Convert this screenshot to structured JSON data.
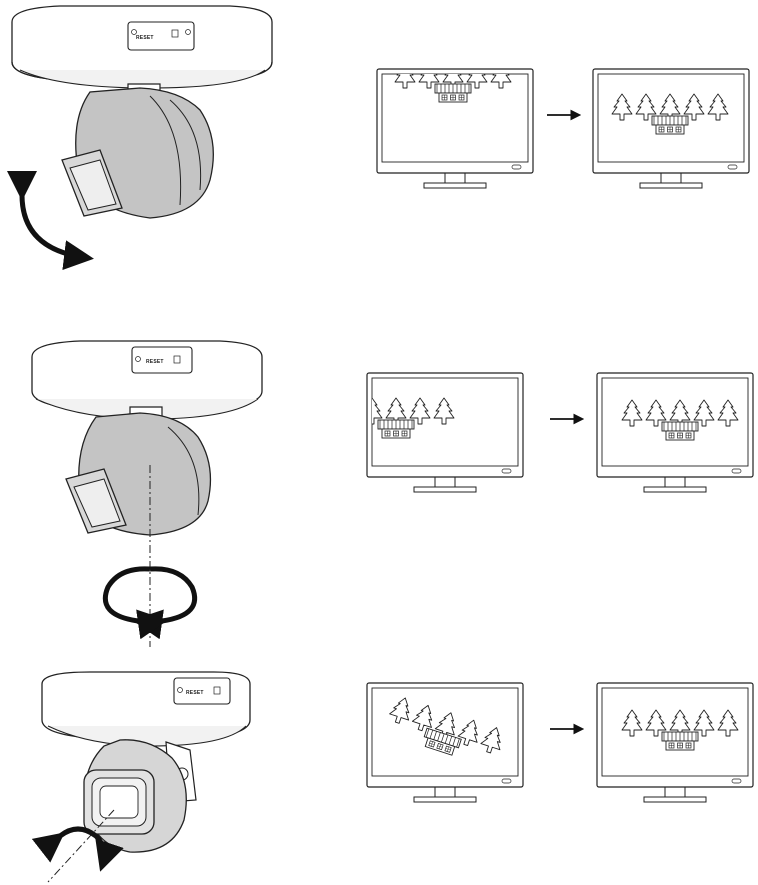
{
  "rows": [
    {
      "step": "pan",
      "reset_label": "RESET",
      "before": "offset-up",
      "after": "centered"
    },
    {
      "step": "tilt",
      "reset_label": "RESET",
      "before": "offset-left",
      "after": "centered"
    },
    {
      "step": "rotate",
      "reset_label": "RESET",
      "before": "rotated",
      "after": "centered"
    }
  ],
  "icons": [
    "camera-dome",
    "monitor",
    "right-arrow",
    "curved-arrow",
    "rotation-arrow"
  ]
}
